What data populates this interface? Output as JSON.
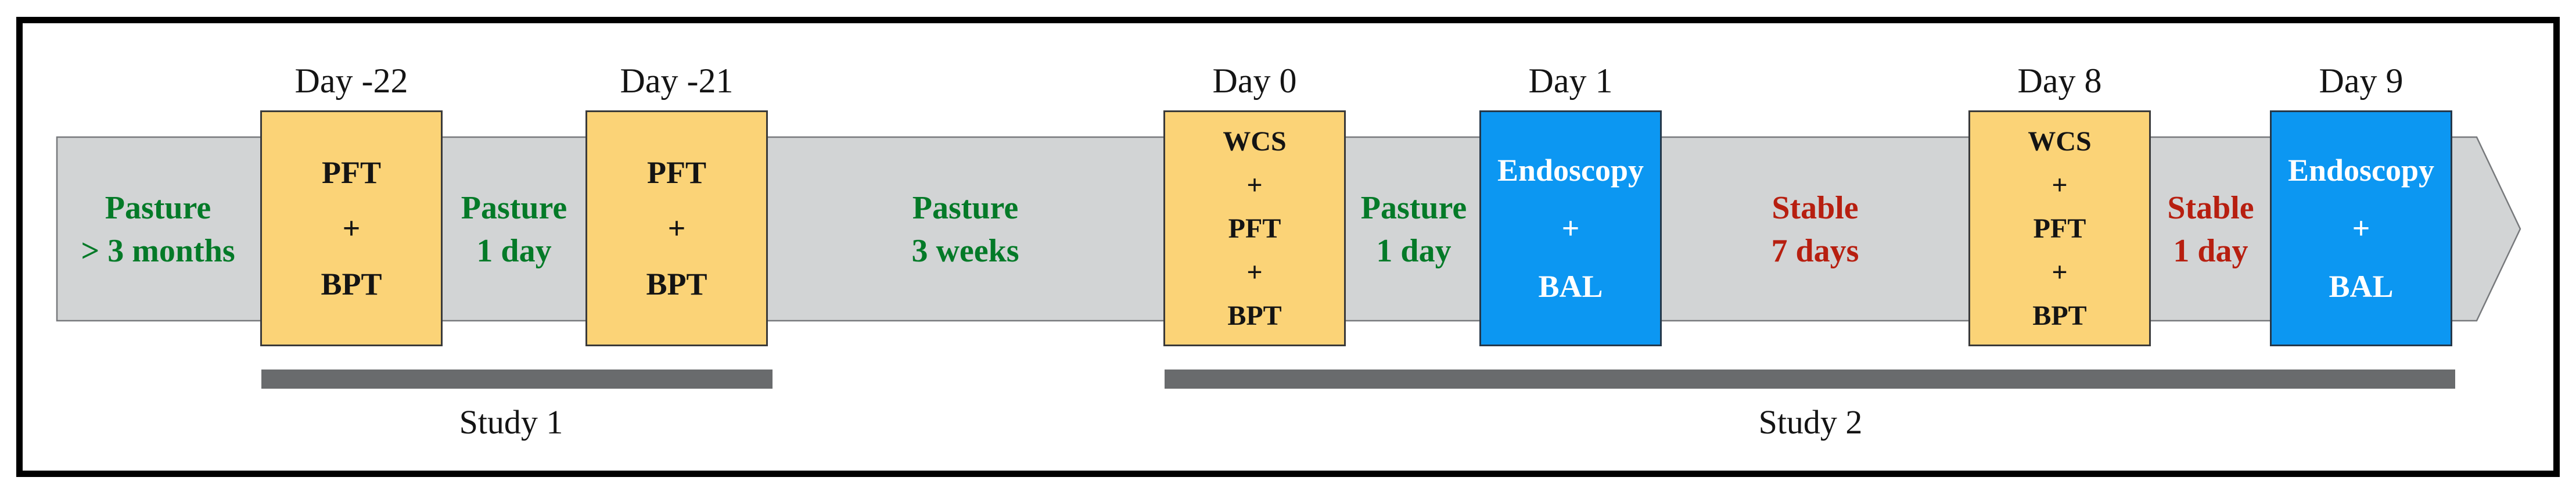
{
  "figure": {
    "description": "Experimental study timeline arrow diagram with day-labelled intervention boxes and study span bars"
  },
  "colors": {
    "test_box_yellow": "#FBD377",
    "procedure_box_blue": "#0C97F2",
    "timeline_arrow_gray": "#D2D4D5",
    "study_bar_gray": "#696B6D",
    "pasture_green": "#047A28",
    "stable_red": "#B71F10",
    "frame_black": "#000000"
  },
  "timeline": {
    "boxes": [
      {
        "day": "Day -22",
        "content": "PFT\n+\nBPT",
        "kind": "test-yellow"
      },
      {
        "day": "Day -21",
        "content": "PFT\n+\nBPT",
        "kind": "test-yellow"
      },
      {
        "day": "Day 0",
        "content": "WCS\n+\nPFT\n+\nBPT",
        "kind": "test-yellow"
      },
      {
        "day": "Day 1",
        "content": "Endoscopy\n+\nBAL",
        "kind": "procedure-blue"
      },
      {
        "day": "Day 8",
        "content": "WCS\n+\nPFT\n+\nBPT",
        "kind": "test-yellow"
      },
      {
        "day": "Day 9",
        "content": "Endoscopy\n+\nBAL",
        "kind": "procedure-blue"
      }
    ],
    "segments": [
      {
        "label": "Pasture\n> 3 months",
        "kind": "pasture"
      },
      {
        "label": "Pasture\n1 day",
        "kind": "pasture"
      },
      {
        "label": "Pasture\n3 weeks",
        "kind": "pasture"
      },
      {
        "label": "Pasture\n1 day",
        "kind": "pasture"
      },
      {
        "label": "Stable\n7 days",
        "kind": "stable"
      },
      {
        "label": "Stable\n1 day",
        "kind": "stable"
      }
    ],
    "studies": [
      {
        "label": "Study 1"
      },
      {
        "label": "Study 2"
      }
    ]
  }
}
